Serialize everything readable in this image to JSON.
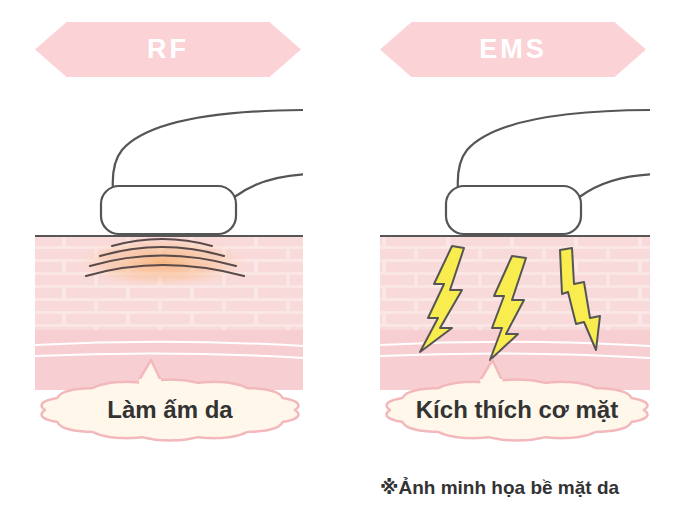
{
  "diagram": {
    "nodes": [
      {
        "text": [
          "RF"
        ]
      },
      {
        "text": [
          "EMS"
        ]
      },
      {
        "text": [
          "Làm ấm da"
        ]
      },
      {
        "text": [
          "Kích thích cơ mặt"
        ]
      }
    ],
    "labels": [
      "※Ảnh minh họa bề mặt da"
    ]
  }
}
